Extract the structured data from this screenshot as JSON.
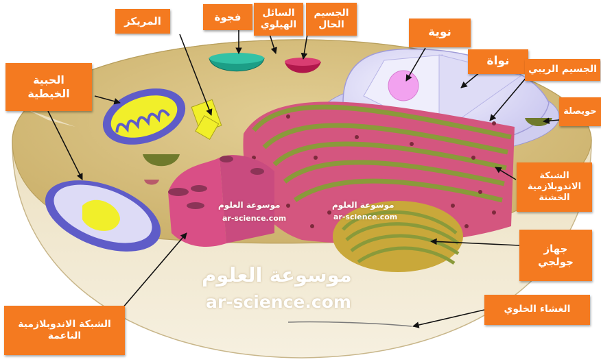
{
  "labels": {
    "centrosome": "المريكز",
    "vacuole": "فجوة",
    "cytosol": "السائل\nالهيلوي",
    "lysosome": "الجسيم\nالحال",
    "nucleolus": "نوية",
    "nucleus": "نواة",
    "ribosome": "الجسيم الريبي",
    "vesicle": "حويصلة",
    "mitochondrion": "الحبية\nالخيطية",
    "rough_er": "الشبكة\nالاندوبلازمية\nالخشنة",
    "golgi": "جهاز\nجولجي",
    "cell_membrane": "الغشاء الخلوي",
    "smooth_er": "الشبكة الاندوبلازمية\nالناعمة"
  },
  "watermark": {
    "small_title": "موسوعة العلوم",
    "small_url": "ar-science.com",
    "big_title": "موسوعة العلوم",
    "big_url": "ar-science.com"
  },
  "colors": {
    "label_bg": "#f47a20",
    "cytoplasm": "#d9c486",
    "outer_body": "#efe3c4",
    "er": "#d4567f",
    "er_stripe": "#8a9a3a",
    "nucleus": "#e5e4f8",
    "nucleolus": "#f3a6f0",
    "mito_outer": "#5f5cc8",
    "mito_inner": "#f1ef2a",
    "golgi": "#c9a83a",
    "vacuole": "#1c9e86",
    "lysosome": "#b0174b",
    "vesicle": "#6f7a2c"
  }
}
